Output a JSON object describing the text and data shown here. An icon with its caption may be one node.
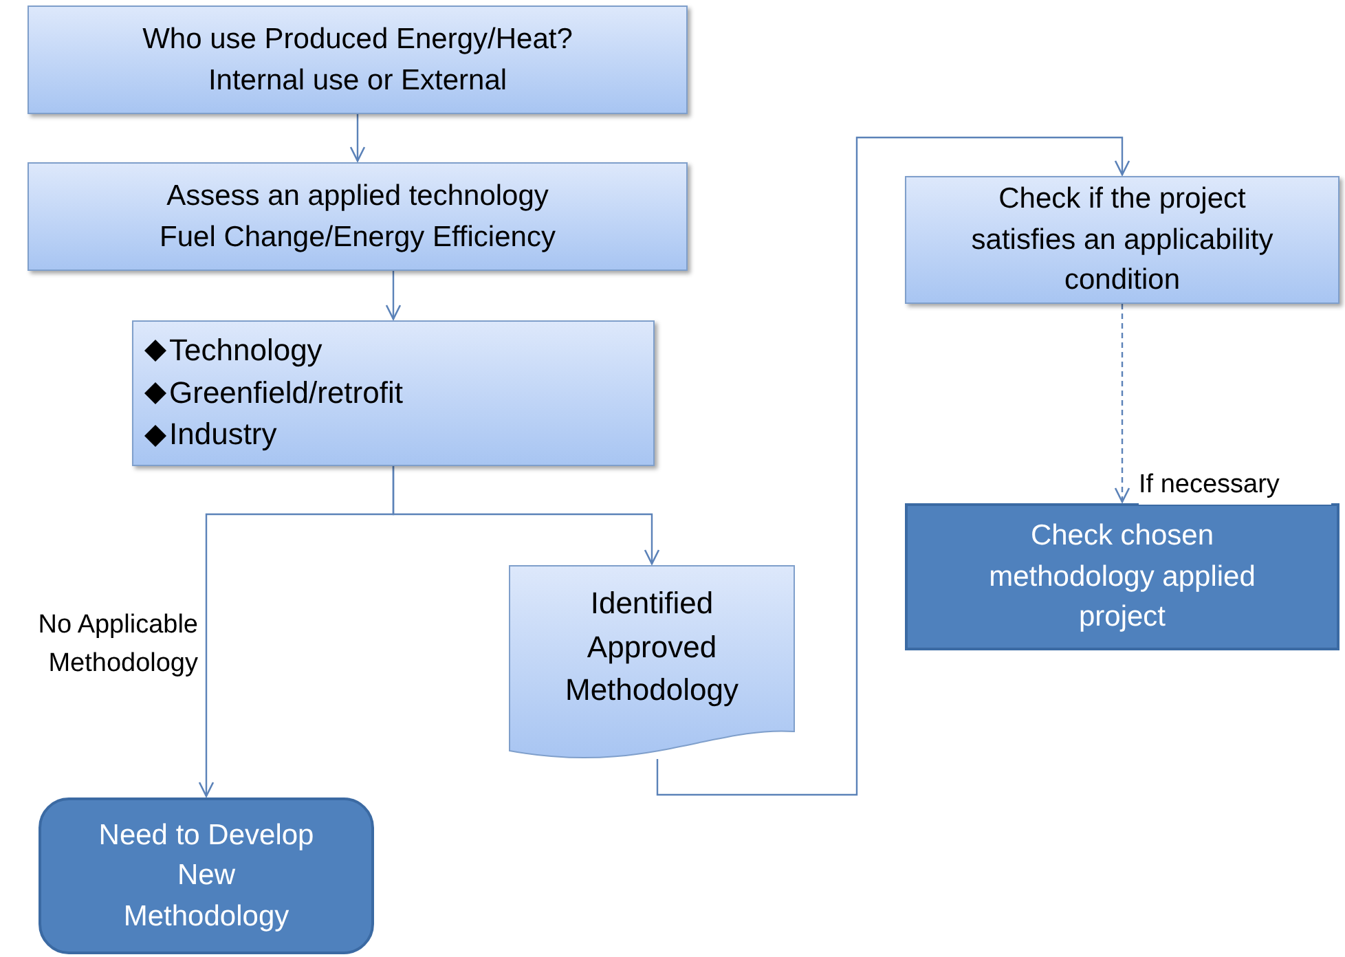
{
  "diagram": {
    "nodes": [
      {
        "text": [
          "Who use Produced Energy/Heat?",
          "Internal use or External"
        ]
      },
      {
        "text": [
          "Assess an applied technology",
          "Fuel Change/Energy Efficiency"
        ]
      },
      {
        "text": [
          "Technology",
          "Greenfield/retrofit",
          "Industry"
        ]
      },
      {
        "text": [
          "Identified Approved Methodology"
        ]
      },
      {
        "text": [
          "Need to Develop New Methodology"
        ]
      },
      {
        "text": [
          "Check if the project satisfies an applicability condition"
        ]
      },
      {
        "text": [
          "Check chosen methodology applied project"
        ]
      }
    ],
    "edges": [
      {
        "from": 0,
        "to": 1,
        "arrow": "to"
      },
      {
        "from": 1,
        "to": 2,
        "arrow": "to"
      },
      {
        "from": 2,
        "to": 3,
        "arrow": "to"
      },
      {
        "from": 2,
        "to": 4,
        "arrow": "to",
        "label": "No Applicable Methodology"
      },
      {
        "from": 3,
        "to": 5,
        "arrow": "to"
      },
      {
        "from": 5,
        "to": 6,
        "arrow": "to",
        "style": "dashed",
        "label": "If necessary"
      }
    ]
  }
}
